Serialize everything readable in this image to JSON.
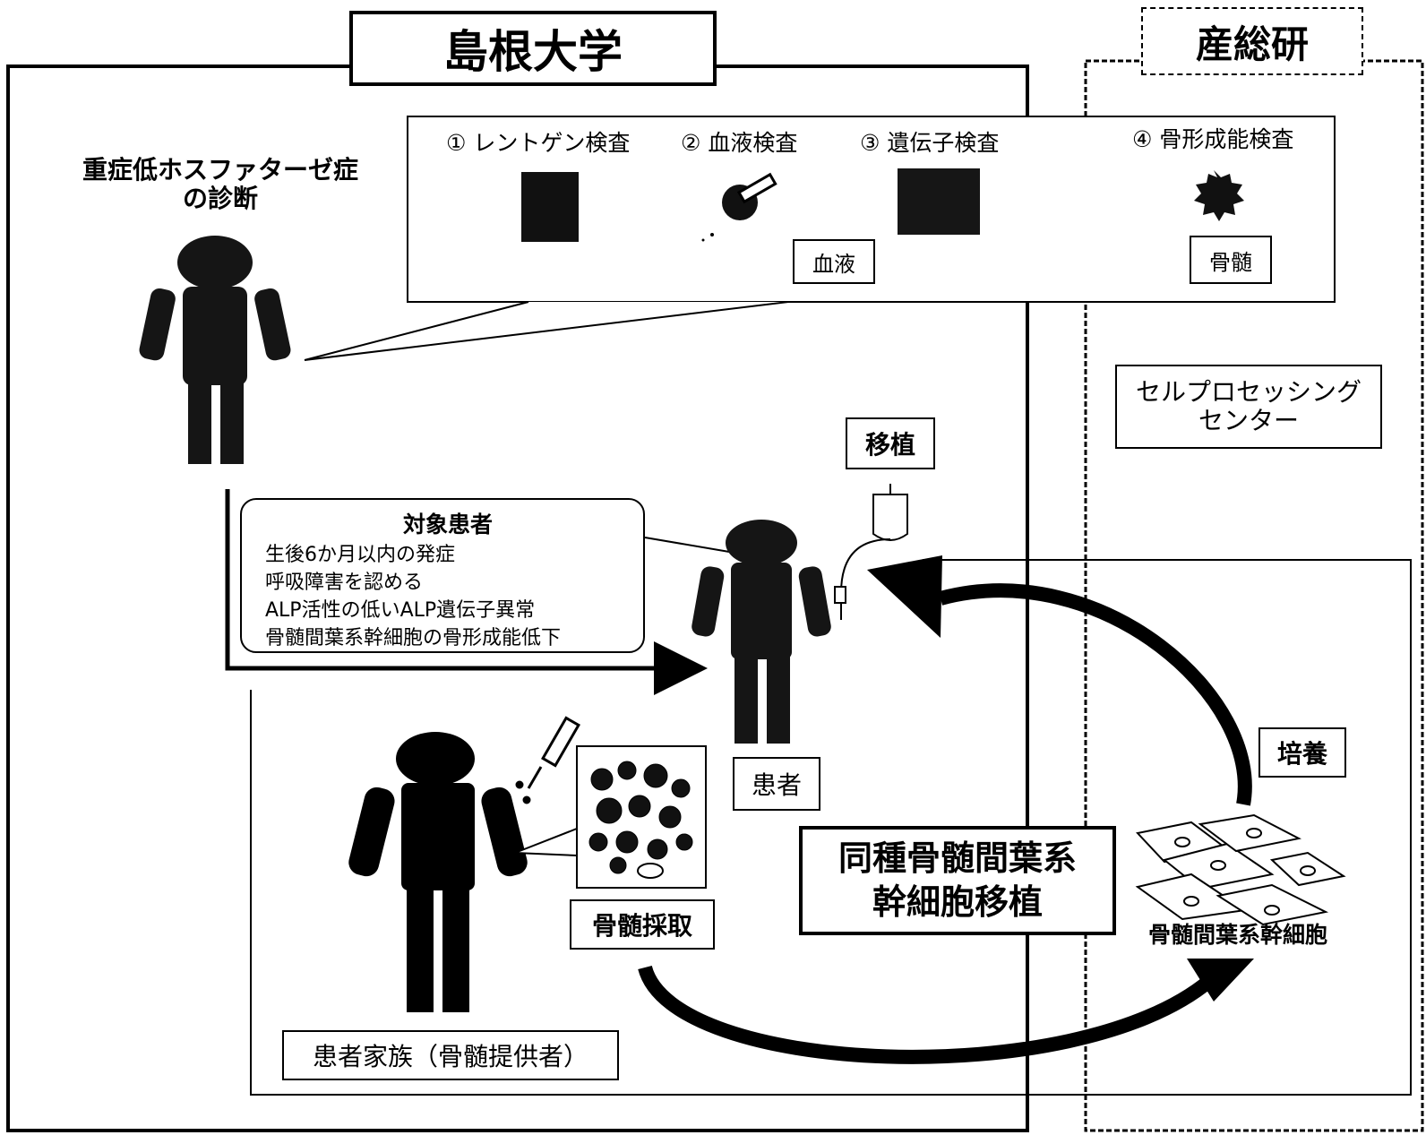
{
  "regions": {
    "shimane": "島根大学",
    "aist": "産総研"
  },
  "diagnosis": {
    "title": "重症低ホスファターゼ症\nの診断",
    "tests": [
      "① レントゲン検査",
      "② 血液検査",
      "③ 遺伝子検査",
      "④ 骨形成能検査"
    ],
    "sample_blood": "血液",
    "sample_marrow": "骨髄"
  },
  "cpc": "セルプロセッシング\nセンター",
  "transplant_label": "移植",
  "criteria": {
    "title": "対象患者",
    "items": [
      "生後6か月以内の発症",
      "呼吸障害を認める",
      "ALP活性の低いALP遺伝子異常",
      "骨髄間葉系幹細胞の骨形成能低下"
    ]
  },
  "patient_label": "患者",
  "culture_label": "培養",
  "marrow_harvest_label": "骨髄採取",
  "donor_label": "患者家族（骨髄提供者）",
  "procedure_title": "同種骨髄間葉系\n幹細胞移植",
  "cells_label": "骨髄間葉系幹細胞",
  "colors": {
    "ink": "#000000",
    "figure": "#111111",
    "paper": "#ffffff"
  }
}
